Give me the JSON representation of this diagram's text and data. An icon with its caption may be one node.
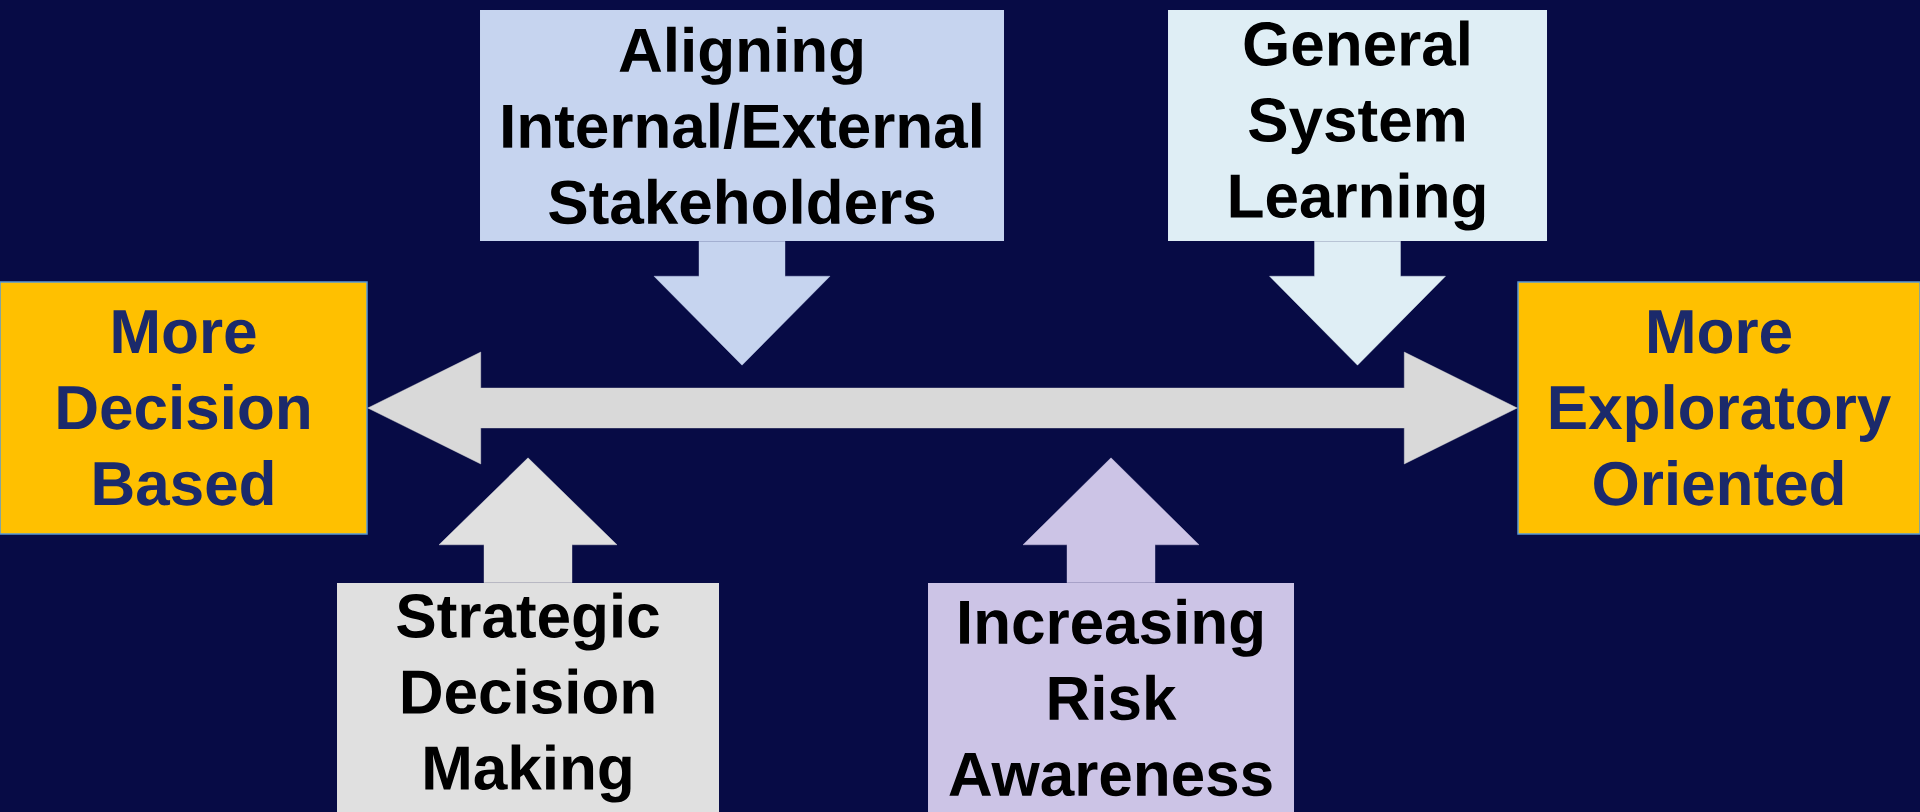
{
  "diagram": {
    "nodes": [
      {
        "text": [
          "Aligning Internal/External Stakeholders"
        ]
      },
      {
        "text": [
          "General System Learning"
        ]
      },
      {
        "text": [
          "More Decision Based"
        ]
      },
      {
        "text": [
          "More Exploratory Oriented"
        ]
      },
      {
        "text": [
          "Strategic Decision Making"
        ]
      },
      {
        "text": [
          "Increasing Risk Awareness"
        ]
      }
    ],
    "edges": [
      {
        "from": 2,
        "to": 3,
        "arrow": "both",
        "color": "#d9d9d9"
      },
      {
        "from": 0,
        "to": null,
        "arrow": "to",
        "color": "#c6d4ef"
      },
      {
        "from": 1,
        "to": null,
        "arrow": "to",
        "color": "#dfeef5"
      },
      {
        "from": 4,
        "to": null,
        "arrow": "to",
        "color": "#e0e0e0"
      },
      {
        "from": 5,
        "to": null,
        "arrow": "to",
        "color": "#ccc4e6"
      }
    ]
  }
}
